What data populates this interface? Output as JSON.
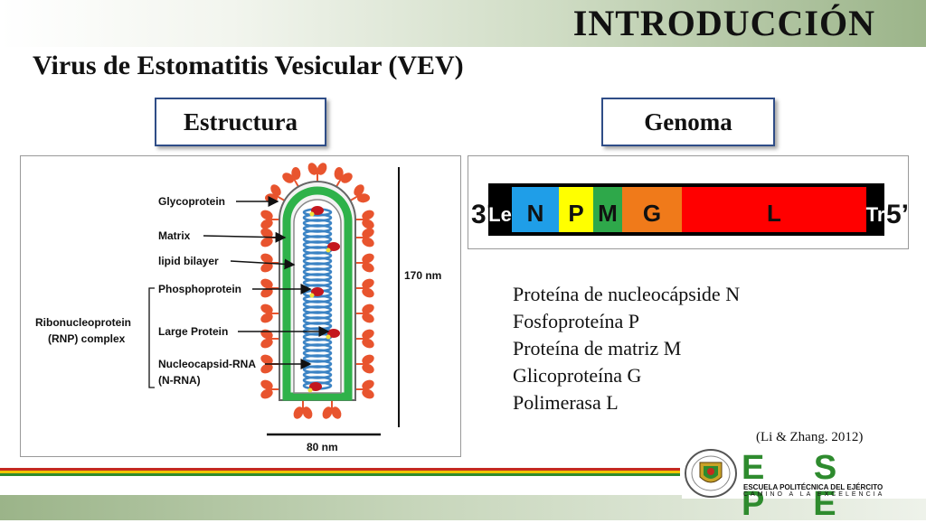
{
  "slide": {
    "title": "INTRODUCCIÓN",
    "subtitle": "Virus de Estomatitis Vesicular (VEV)"
  },
  "sections": {
    "structure_label": "Estructura",
    "genome_label": "Genoma"
  },
  "structure_diagram": {
    "labels": {
      "glycoprotein": "Glycoprotein",
      "matrix": "Matrix",
      "lipid_bilayer": "lipid bilayer",
      "phosphoprotein": "Phosphoprotein",
      "rnp_line1": "Ribonucleoprotein",
      "rnp_line2": "(RNP) complex",
      "large_protein": "Large Protein",
      "nucleocapsid_line1": "Nucleocapsid-RNA",
      "nucleocapsid_line2": "(N-RNA)"
    },
    "length_label": "170 nm",
    "width_label": "80 nm",
    "colors": {
      "glycoprotein": "#e8542e",
      "matrix": "#2fb24a",
      "coil": "#3b83c4",
      "large_protein": "#c4171e",
      "phosphoprotein": "#f2e23a"
    }
  },
  "genome_diagram": {
    "end_left": "3’",
    "end_right": "5’",
    "segments": [
      {
        "label": "Le",
        "color": "#000000"
      },
      {
        "label": "N",
        "color": "#1f9ee8"
      },
      {
        "label": "P",
        "color": "#ffff00"
      },
      {
        "label": "M",
        "color": "#2ea84a"
      },
      {
        "label": "G",
        "color": "#f07a1a"
      },
      {
        "label": "L",
        "color": "#ff0000"
      },
      {
        "label": "Tr",
        "color": "#000000"
      }
    ]
  },
  "protein_list": [
    "Proteína de nucleocápside N",
    "Fosfoproteína P",
    "Proteína de matriz M",
    "Glicoproteína G",
    "Polimerasa L"
  ],
  "citation": "(Li & Zhang. 2012)",
  "footer": {
    "logo_letters": "E S P E",
    "logo_subtitle": "ESCUELA POLITÉCNICA DEL EJÉRCITO",
    "logo_motto": "CAMINO A LA EXCELENCIA",
    "line_colors": [
      "#c42a1f",
      "#f0c400",
      "#2e8b2e"
    ]
  }
}
